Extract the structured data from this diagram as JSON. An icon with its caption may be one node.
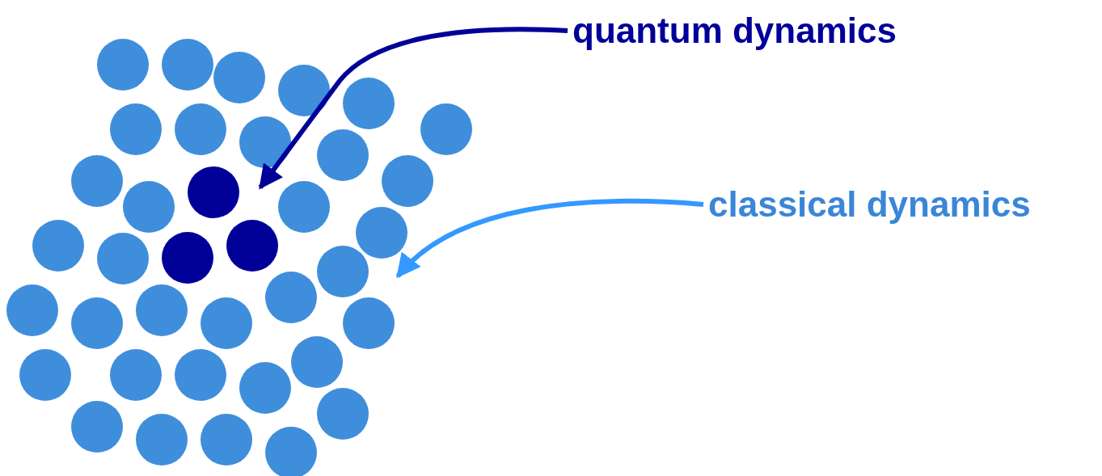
{
  "diagram": {
    "nodes": [
      {
        "text": [
          "quantum dynamics"
        ]
      },
      {
        "text": [
          "classical dynamics"
        ]
      }
    ],
    "edges": [
      {
        "from": 0,
        "to": null,
        "arrow": "to",
        "color": "#000099"
      },
      {
        "from": 1,
        "to": null,
        "arrow": "to",
        "color": "#3399ff"
      }
    ]
  }
}
